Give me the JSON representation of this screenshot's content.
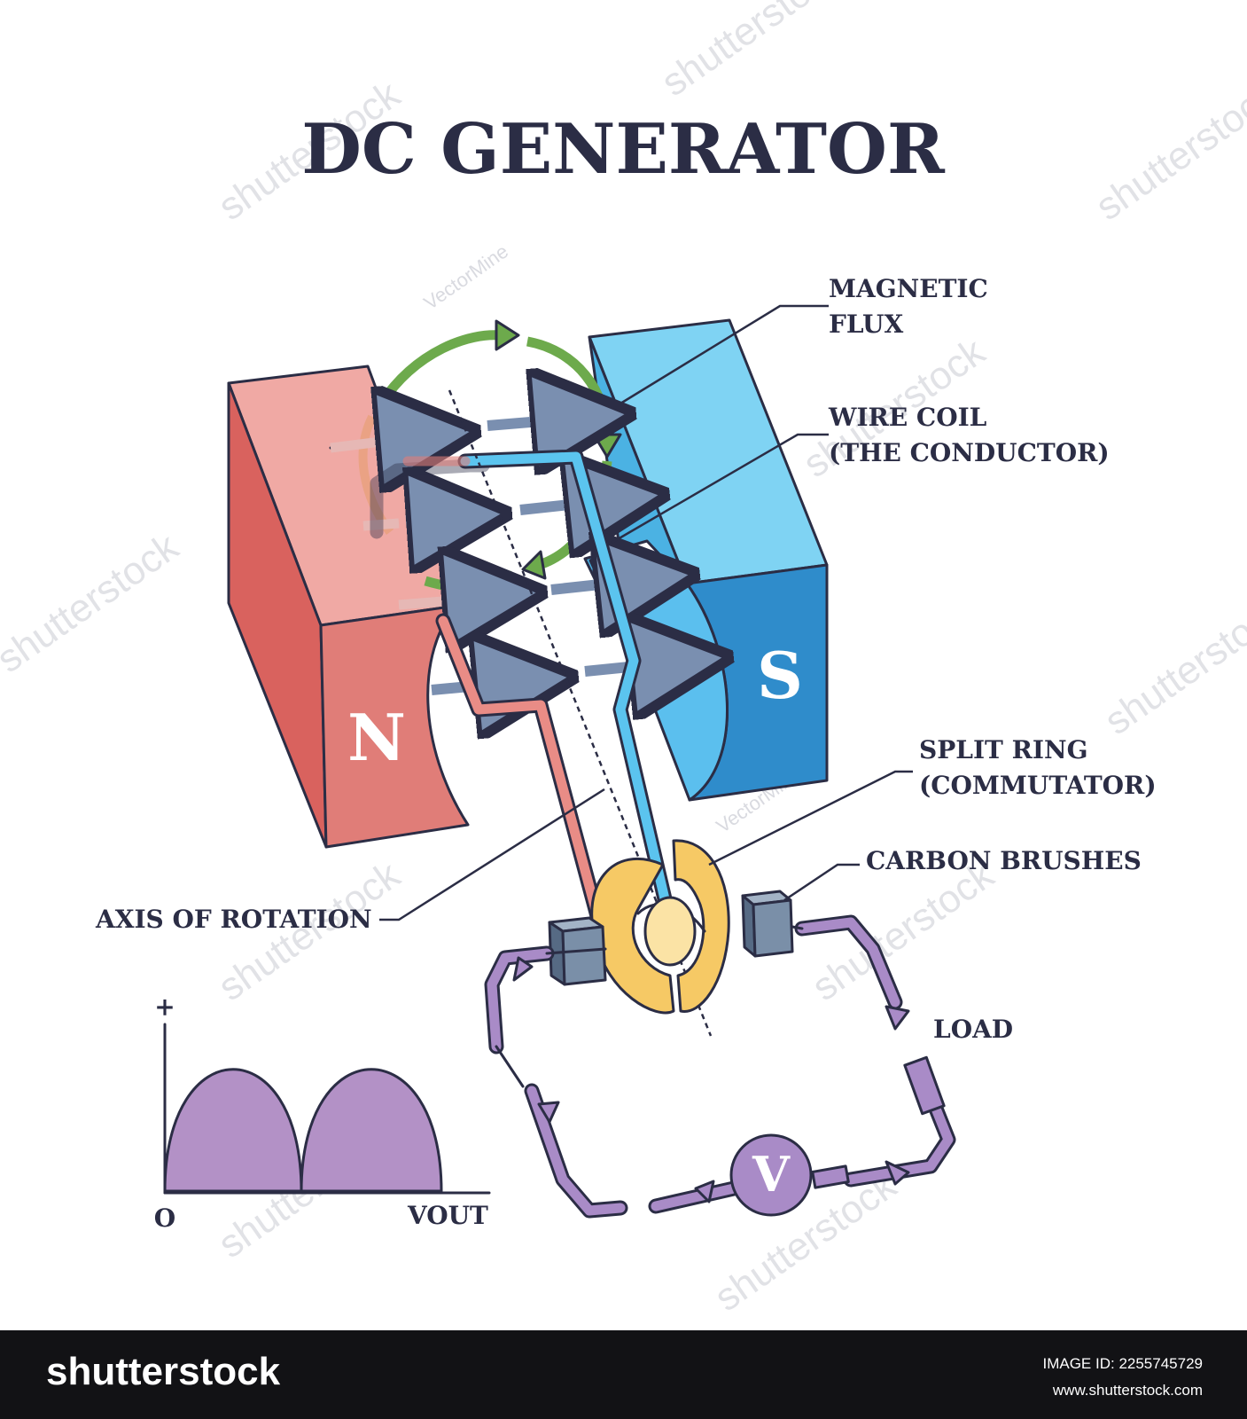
{
  "title": "DC GENERATOR",
  "labels": {
    "magnetic_flux": [
      "MAGNETIC",
      "FLUX"
    ],
    "wire_coil": [
      "WIRE COIL",
      "(THE CONDUCTOR)"
    ],
    "split_ring": [
      "SPLIT RING",
      "(COMMUTATOR)"
    ],
    "carbon_brushes": "CARBON BRUSHES",
    "axis_of_rotation": "AXIS OF ROTATION",
    "load": "LOAD",
    "north": "N",
    "south": "S",
    "voltmeter": "V"
  },
  "graph": {
    "plus": "+",
    "origin": "O",
    "x_label": "VOUT"
  },
  "watermarks": [
    "shutterstock",
    "VectorMine"
  ],
  "footer": {
    "brand": "shutterstock",
    "image_id": "IMAGE ID: 2255745729",
    "site": "www.shutterstock.com"
  },
  "colors": {
    "north_magnet": "#e07d78",
    "south_magnet": "#5bc4ef",
    "flux_arrows": "#7a8fb0",
    "rotation_arrows": "#6daa4c",
    "commutator": "#f6c965",
    "brushes": "#7a8fa8",
    "circuit": "#a98bc7",
    "outline": "#2b2d45"
  }
}
